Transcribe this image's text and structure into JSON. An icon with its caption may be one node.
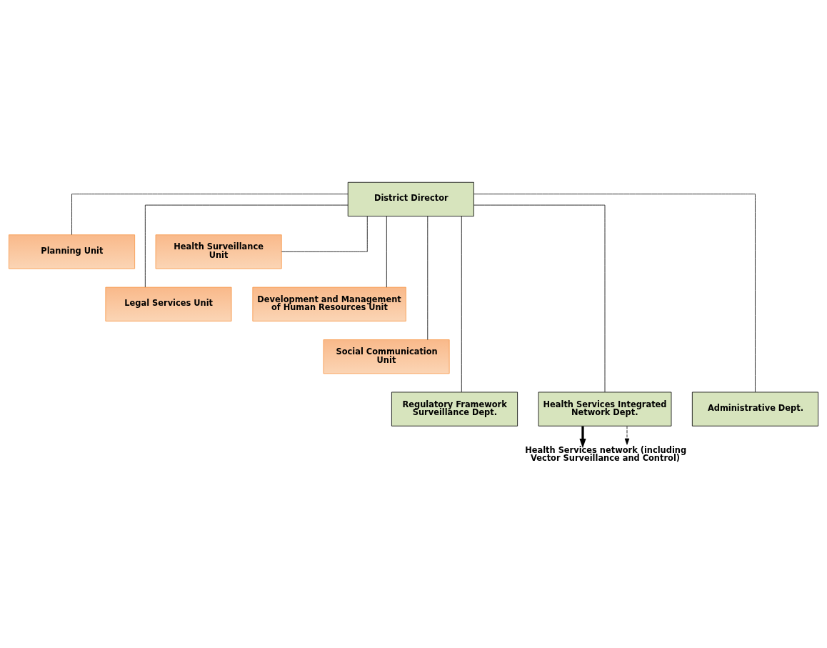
{
  "diagram": {
    "nodes": [
      {
        "text": [
          "District Director"
        ]
      },
      {
        "text": [
          "Planning Unit"
        ]
      },
      {
        "text": [
          "Health Surveillance Unit"
        ]
      },
      {
        "text": [
          "Legal Services Unit"
        ]
      },
      {
        "text": [
          "Development and Management of Human Resources Unit"
        ]
      },
      {
        "text": [
          "Social Communication Unit"
        ]
      },
      {
        "text": [
          "Regulatory Framework Surveillance Dept."
        ]
      },
      {
        "text": [
          "Health Services Integrated Network Dept."
        ]
      },
      {
        "text": [
          "Administrative Dept."
        ]
      },
      {
        "text": [
          "Health Services network (including Vector Surveillance and Control)"
        ]
      }
    ],
    "edges": [
      {
        "from": 0,
        "to": 1,
        "arrow": "none"
      },
      {
        "from": 0,
        "to": 2,
        "arrow": "none"
      },
      {
        "from": 0,
        "to": 3,
        "arrow": "none"
      },
      {
        "from": 0,
        "to": 4,
        "arrow": "none"
      },
      {
        "from": 0,
        "to": 5,
        "arrow": "none"
      },
      {
        "from": 0,
        "to": 6,
        "arrow": "none"
      },
      {
        "from": 0,
        "to": 7,
        "arrow": "none"
      },
      {
        "from": 0,
        "to": 8,
        "arrow": "none"
      },
      {
        "from": 7,
        "to": 9,
        "arrow": "to",
        "style": "thick"
      },
      {
        "from": 7,
        "to": 9,
        "arrow": "to",
        "style": "dashed"
      }
    ]
  }
}
